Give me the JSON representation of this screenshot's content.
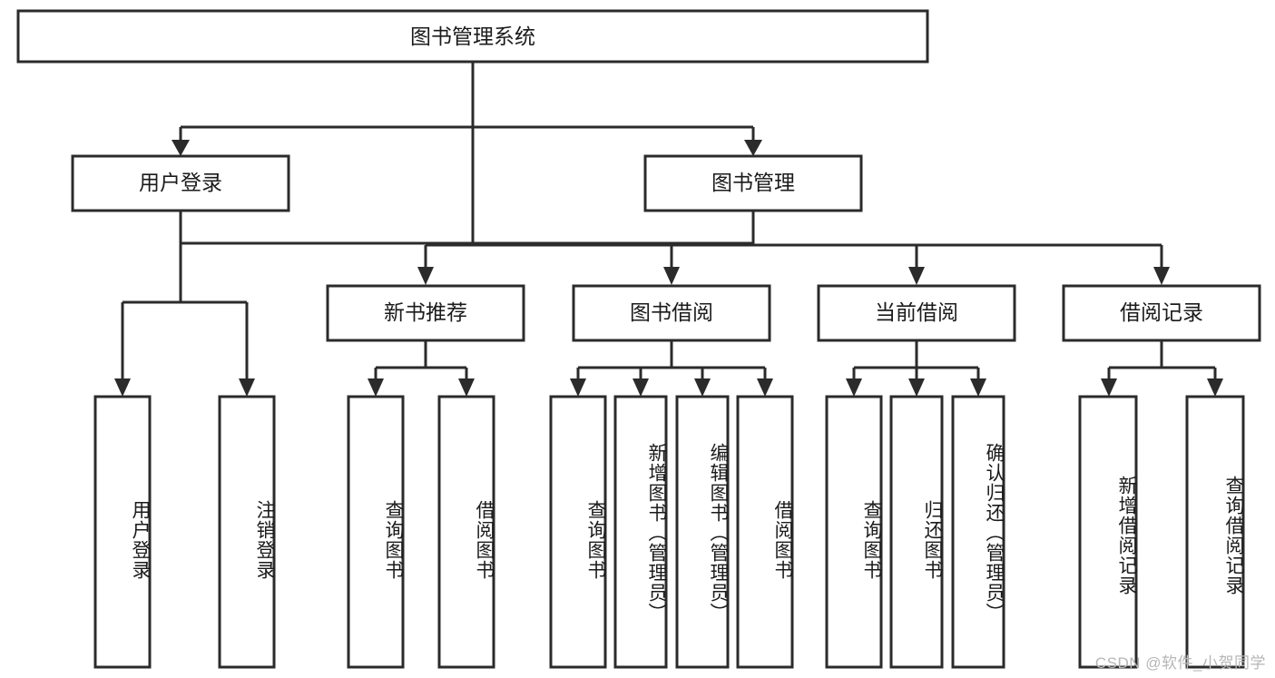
{
  "diagram": {
    "type": "tree-hierarchy",
    "title": "图书管理系统",
    "orientation": "top-down",
    "colors": {
      "box_fill": "#ffffff",
      "box_stroke": "#2b2b2b",
      "connector": "#2b2b2b",
      "text": "#1b1b1b",
      "background": "#ffffff",
      "watermark": "#b6b6b6"
    },
    "root": {
      "label": "图书管理系统",
      "children": [
        {
          "label": "用户登录",
          "children": [
            {
              "label": "用户登录"
            },
            {
              "label": "注销登录"
            }
          ]
        },
        {
          "label": "图书管理",
          "children": [
            {
              "label": "新书推荐",
              "children": [
                {
                  "label": "查询图书"
                },
                {
                  "label": "借阅图书"
                }
              ]
            },
            {
              "label": "图书借阅",
              "children": [
                {
                  "label": "查询图书"
                },
                {
                  "label": "新增图书（管理员）"
                },
                {
                  "label": "编辑图书（管理员）"
                },
                {
                  "label": "借阅图书"
                }
              ]
            },
            {
              "label": "当前借阅",
              "children": [
                {
                  "label": "查询图书"
                },
                {
                  "label": "归还图书"
                },
                {
                  "label": "确认归还（管理员）"
                }
              ]
            },
            {
              "label": "借阅记录",
              "children": [
                {
                  "label": "新增借阅记录"
                },
                {
                  "label": "查询借阅记录"
                }
              ]
            }
          ]
        }
      ]
    },
    "nodes": {
      "root": {
        "label": "图书管理系统"
      },
      "level2": [
        {
          "label": "用户登录"
        },
        {
          "label": "图书管理"
        }
      ],
      "level3": [
        {
          "label": "新书推荐"
        },
        {
          "label": "图书借阅"
        },
        {
          "label": "当前借阅"
        },
        {
          "label": "借阅记录"
        }
      ],
      "leaves": [
        {
          "label": "用户登录"
        },
        {
          "label": "注销登录"
        },
        {
          "label": "查询图书"
        },
        {
          "label": "借阅图书"
        },
        {
          "label": "查询图书"
        },
        {
          "label": "新增图书（管理员）"
        },
        {
          "label": "编辑图书（管理员）"
        },
        {
          "label": "借阅图书"
        },
        {
          "label": "查询图书"
        },
        {
          "label": "归还图书"
        },
        {
          "label": "确认归还（管理员）"
        },
        {
          "label": "新增借阅记录"
        },
        {
          "label": "查询借阅记录"
        }
      ]
    }
  },
  "watermark": {
    "text": "CSDN @软件_小贺同学"
  }
}
